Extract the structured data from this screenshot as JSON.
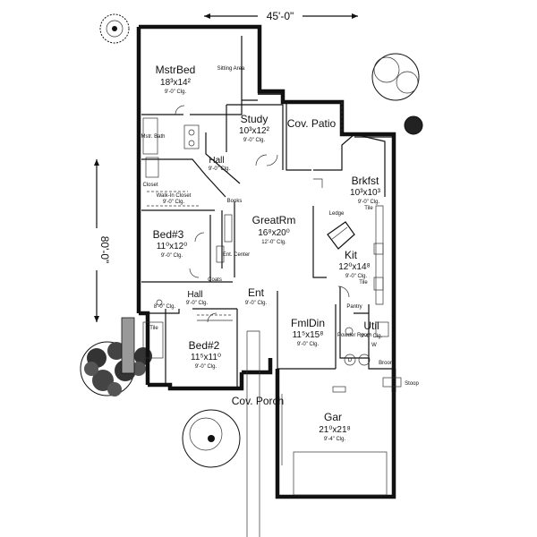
{
  "plan": {
    "width_dim": "45'-0\"",
    "depth_dim": "80'-0\"",
    "rooms": {
      "mstr_bed": {
        "name": "MstrBed",
        "size": "18³x14²",
        "clg": "9'-0\" Clg."
      },
      "sitting": {
        "name": "Sitting Area"
      },
      "study": {
        "name": "Study",
        "size": "10³x12²",
        "clg": "9'-0\" Clg."
      },
      "patio": {
        "name": "Cov. Patio"
      },
      "brkfst": {
        "name": "Brkfst",
        "size": "10³x10³",
        "clg": "9'-0\" Clg.",
        "note": "Tile"
      },
      "great_rm": {
        "name": "GreatRm",
        "size": "16⁸x20⁰",
        "clg": "12'-0\" Clg."
      },
      "kit": {
        "name": "Kit",
        "size": "12⁰x14⁸",
        "clg": "9'-0\" Clg.",
        "note": "Tile"
      },
      "bed3": {
        "name": "Bed#3",
        "size": "11⁰x12⁰",
        "clg": "9'-0\" Clg."
      },
      "bed2": {
        "name": "Bed#2",
        "size": "11⁵x11⁰",
        "clg": "9'-0\" Clg."
      },
      "fml_din": {
        "name": "FmlDin",
        "size": "11⁵x15⁸",
        "clg": "9'-0\" Clg."
      },
      "util": {
        "name": "Util",
        "clg": "9'-0\" Clg."
      },
      "ent": {
        "name": "Ent",
        "clg": "9'-0\" Clg."
      },
      "hall_upper": {
        "name": "Hall",
        "clg": "9'-0\" Clg."
      },
      "hall_lower": {
        "name": "Hall",
        "clg": "9'-0\" Clg."
      },
      "cov_porch": {
        "name": "Cov. Porch"
      },
      "gar": {
        "name": "Gar",
        "size": "21⁰x21⁸",
        "clg": "9'-4\" Clg."
      },
      "walk_in": {
        "name": "Walk-In Closet",
        "clg": "9'-0\" Clg."
      },
      "mstr_bath": {
        "name": "Mstr. Bath"
      },
      "closet": {
        "name": "Closet"
      },
      "tile_bath": {
        "name": "Tile"
      },
      "pantry": {
        "name": "Pantry"
      },
      "powder": {
        "name": "Powder Room"
      },
      "books": {
        "name": "Books"
      },
      "ent_center": {
        "name": "Ent. Center"
      },
      "coats": {
        "name": "Coats"
      },
      "stoop": {
        "name": "Stoop"
      },
      "bath_clg": {
        "name": "8'-0\" Clg."
      },
      "ledge": {
        "name": "Ledge"
      },
      "wh": {
        "name": "W"
      },
      "dr": {
        "name": "D"
      },
      "broom": {
        "name": "Broom"
      }
    }
  }
}
